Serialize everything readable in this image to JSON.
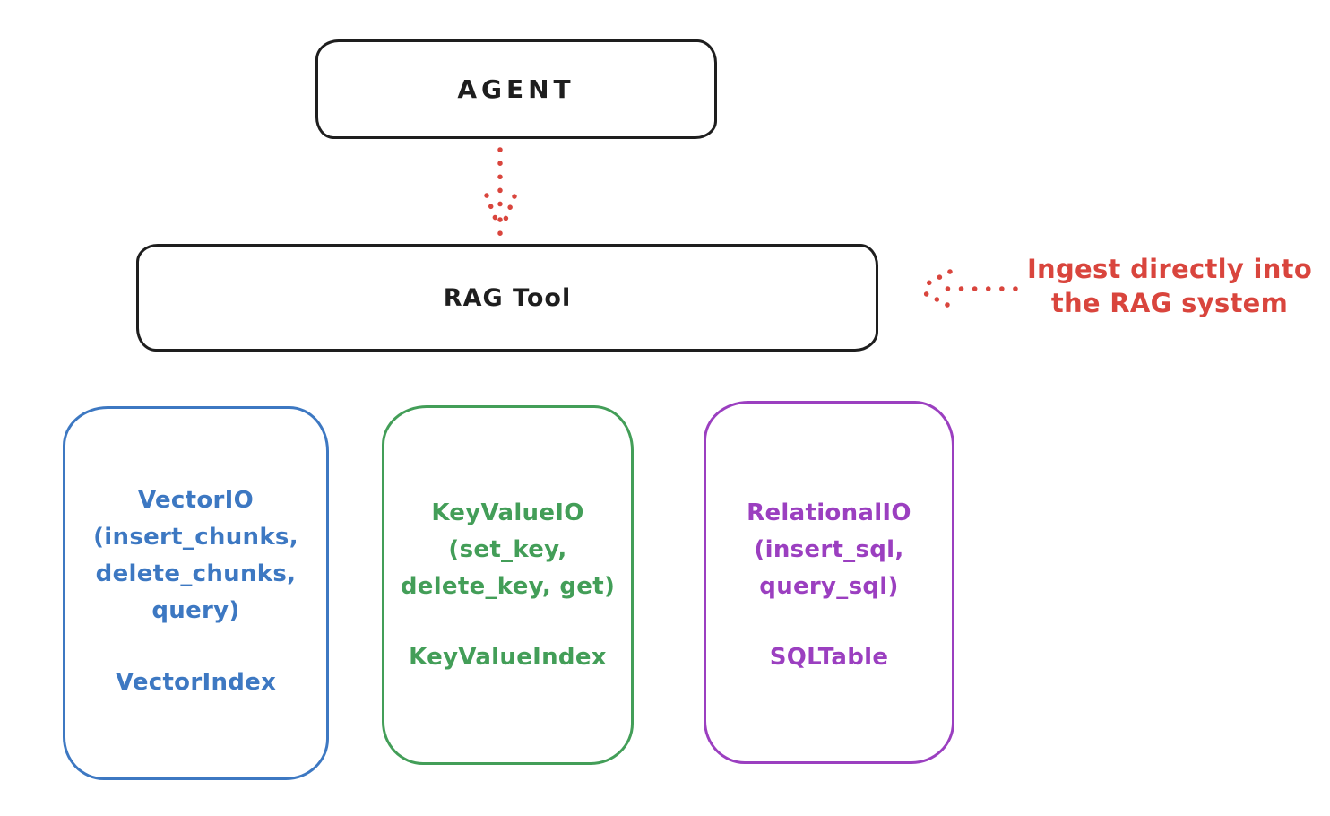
{
  "colors": {
    "stroke_black": "#1e1e1e",
    "red": "#d9453d",
    "blue": "#3d78c2",
    "green": "#439e58",
    "purple": "#9b3fc0",
    "background": "#ffffff"
  },
  "agent": {
    "label": "AGENT"
  },
  "rag_tool": {
    "label": "RAG Tool"
  },
  "annotation": {
    "line1": "Ingest directly into",
    "line2": "the RAG system"
  },
  "arrows": [
    {
      "name": "agent-to-rag",
      "style": "dotted",
      "color": "#d9453d",
      "direction": "down"
    },
    {
      "name": "annotation-to-rag",
      "style": "dotted",
      "color": "#d9453d",
      "direction": "left"
    }
  ],
  "backends": [
    {
      "id": "vector-io",
      "color": "#3d78c2",
      "lines": [
        "VectorIO",
        "(insert_chunks,",
        "delete_chunks,",
        "query)"
      ],
      "footer": "VectorIndex"
    },
    {
      "id": "key-value-io",
      "color": "#439e58",
      "lines": [
        "KeyValueIO",
        "(set_key,",
        "delete_key, get)"
      ],
      "footer": "KeyValueIndex"
    },
    {
      "id": "relational-io",
      "color": "#9b3fc0",
      "lines": [
        "RelationalIO",
        "(insert_sql,",
        "query_sql)"
      ],
      "footer": "SQLTable"
    }
  ]
}
